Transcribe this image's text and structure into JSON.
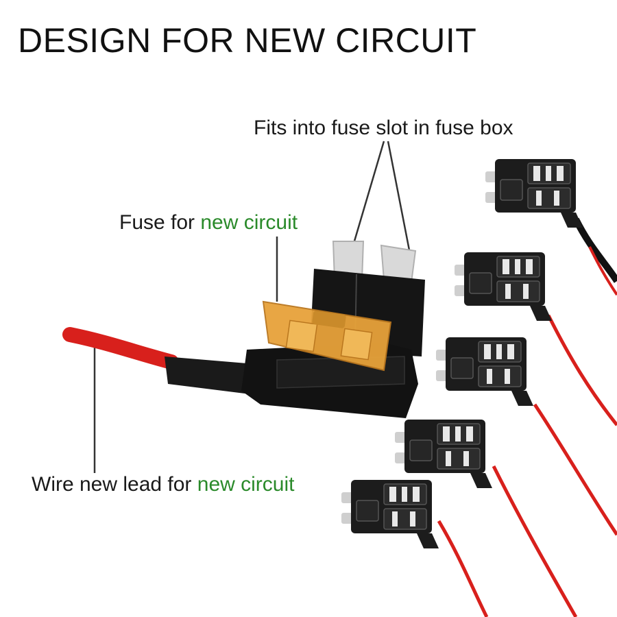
{
  "title": "DESIGN FOR NEW CIRCUIT",
  "labels": {
    "slot": "Fits into fuse slot in fuse box",
    "fuse_prefix": "Fuse for ",
    "fuse_highlight": "new circuit",
    "wire_prefix": "Wire new lead for ",
    "wire_highlight": "new circuit"
  },
  "colors": {
    "highlight": "#2a8a2a",
    "wire": "#d8201c",
    "fuse": "#e7a23a",
    "holder": "#1c1c1c",
    "blade": "#d9d9d9"
  },
  "icons": [
    "fuse-tap-holder-icon",
    "blade-fuse-icon",
    "red-wire-icon"
  ]
}
